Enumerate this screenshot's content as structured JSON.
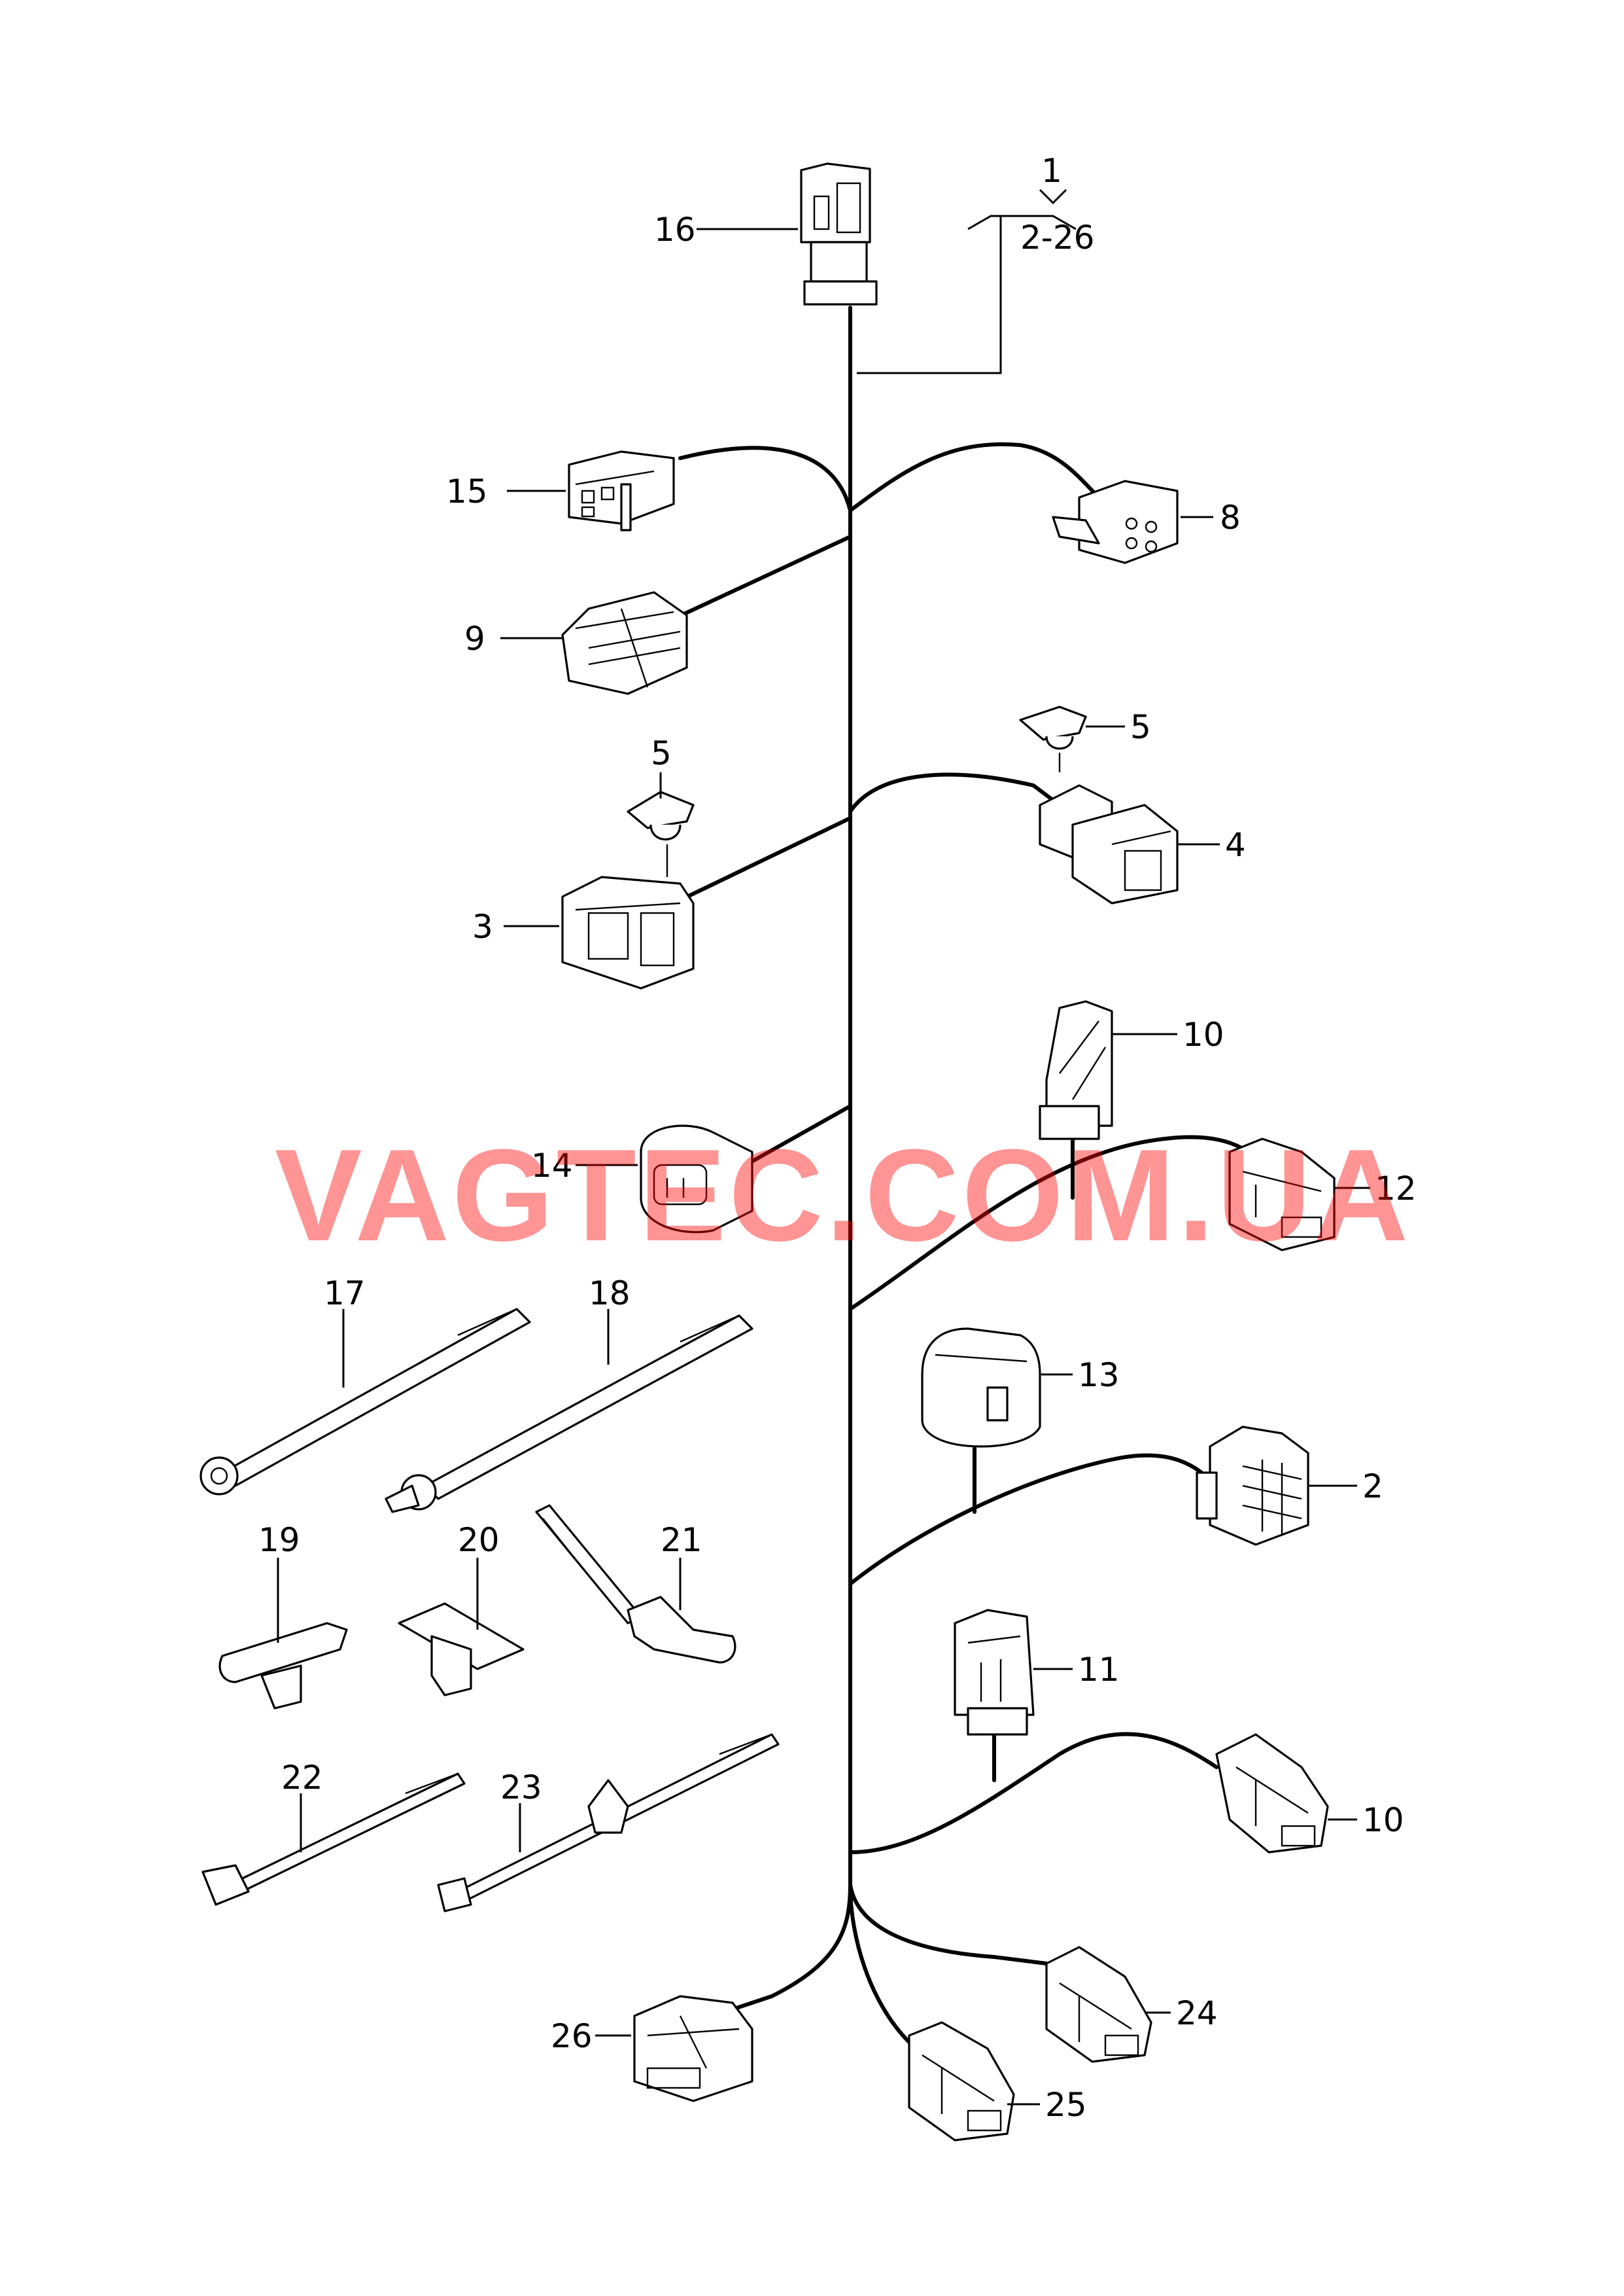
{
  "diagram": {
    "labels": {
      "1": "1",
      "range": "2-26",
      "2": "2",
      "3": "3",
      "4": "4",
      "5a": "5",
      "5b": "5",
      "8": "8",
      "9": "9",
      "10a": "10",
      "10b": "10",
      "11": "11",
      "12": "12",
      "13": "13",
      "14": "14",
      "15": "15",
      "16": "16",
      "17": "17",
      "18": "18",
      "19": "19",
      "20": "20",
      "21": "21",
      "22": "22",
      "23": "23",
      "24": "24",
      "25": "25",
      "26": "26"
    },
    "watermark": "VAGTEC.COM.UA",
    "colors": {
      "line": "#000000",
      "watermark": "#ff0000",
      "background": "#ffffff"
    }
  }
}
